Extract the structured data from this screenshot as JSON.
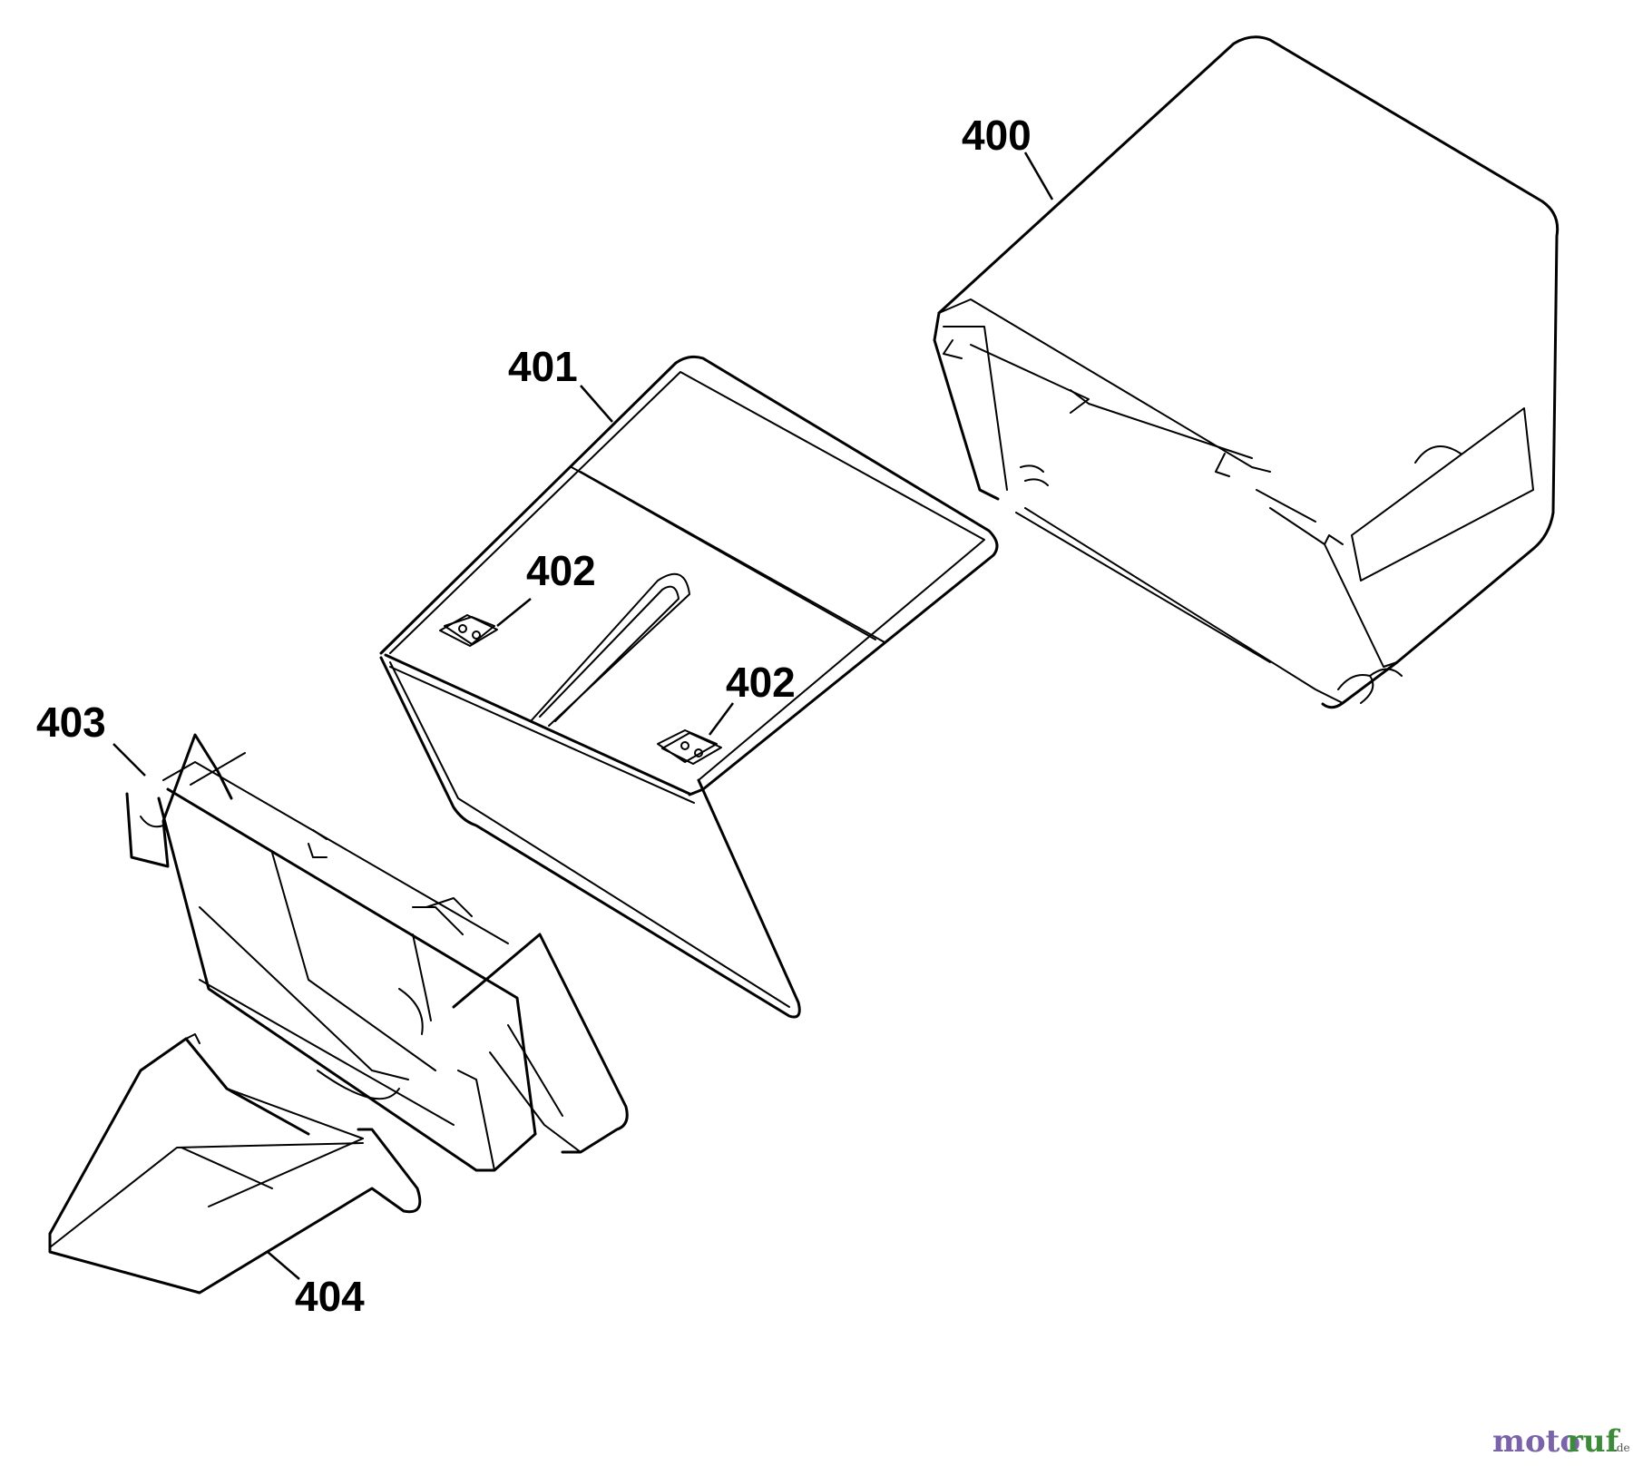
{
  "parts": [
    {
      "id": "400",
      "label": "400"
    },
    {
      "id": "401",
      "label": "401"
    },
    {
      "id": "402a",
      "label": "402"
    },
    {
      "id": "402b",
      "label": "402"
    },
    {
      "id": "403",
      "label": "403"
    },
    {
      "id": "404",
      "label": "404"
    }
  ],
  "watermark": {
    "part1": "moto",
    "part2": "ruf",
    "suffix": ".de"
  }
}
